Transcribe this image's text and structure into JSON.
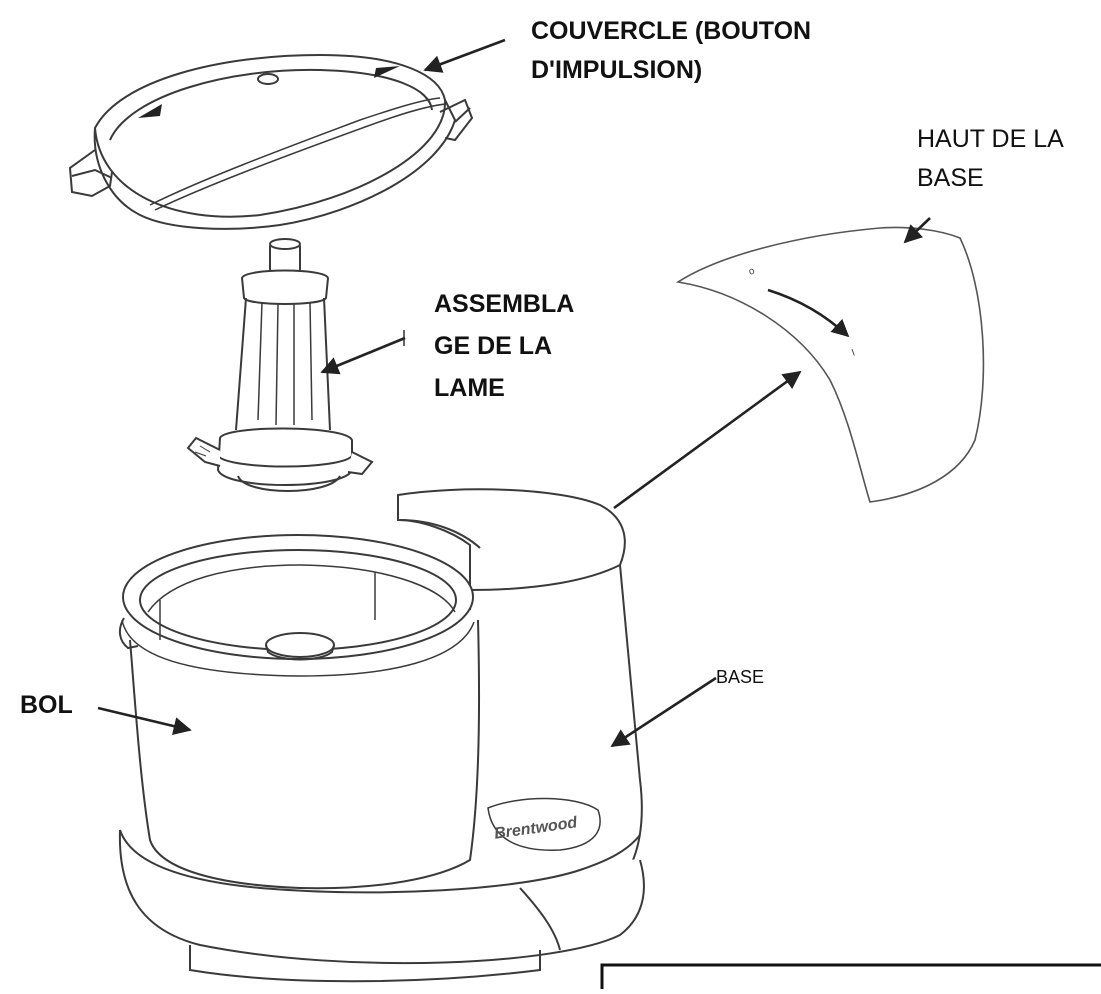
{
  "labels": {
    "lid": [
      "COUVERCLE (BOUTON",
      "D'IMPULSION)"
    ],
    "base_top": [
      "HAUT DE LA",
      "BASE"
    ],
    "blade": [
      "ASSEMBLA",
      "GE DE LA",
      "LAME"
    ],
    "bowl": "BOL",
    "base": "BASE"
  },
  "brand": "Brentwood",
  "colors": {
    "line": "#222222",
    "outline": "#3a3a3a",
    "light_outline": "#777777"
  }
}
